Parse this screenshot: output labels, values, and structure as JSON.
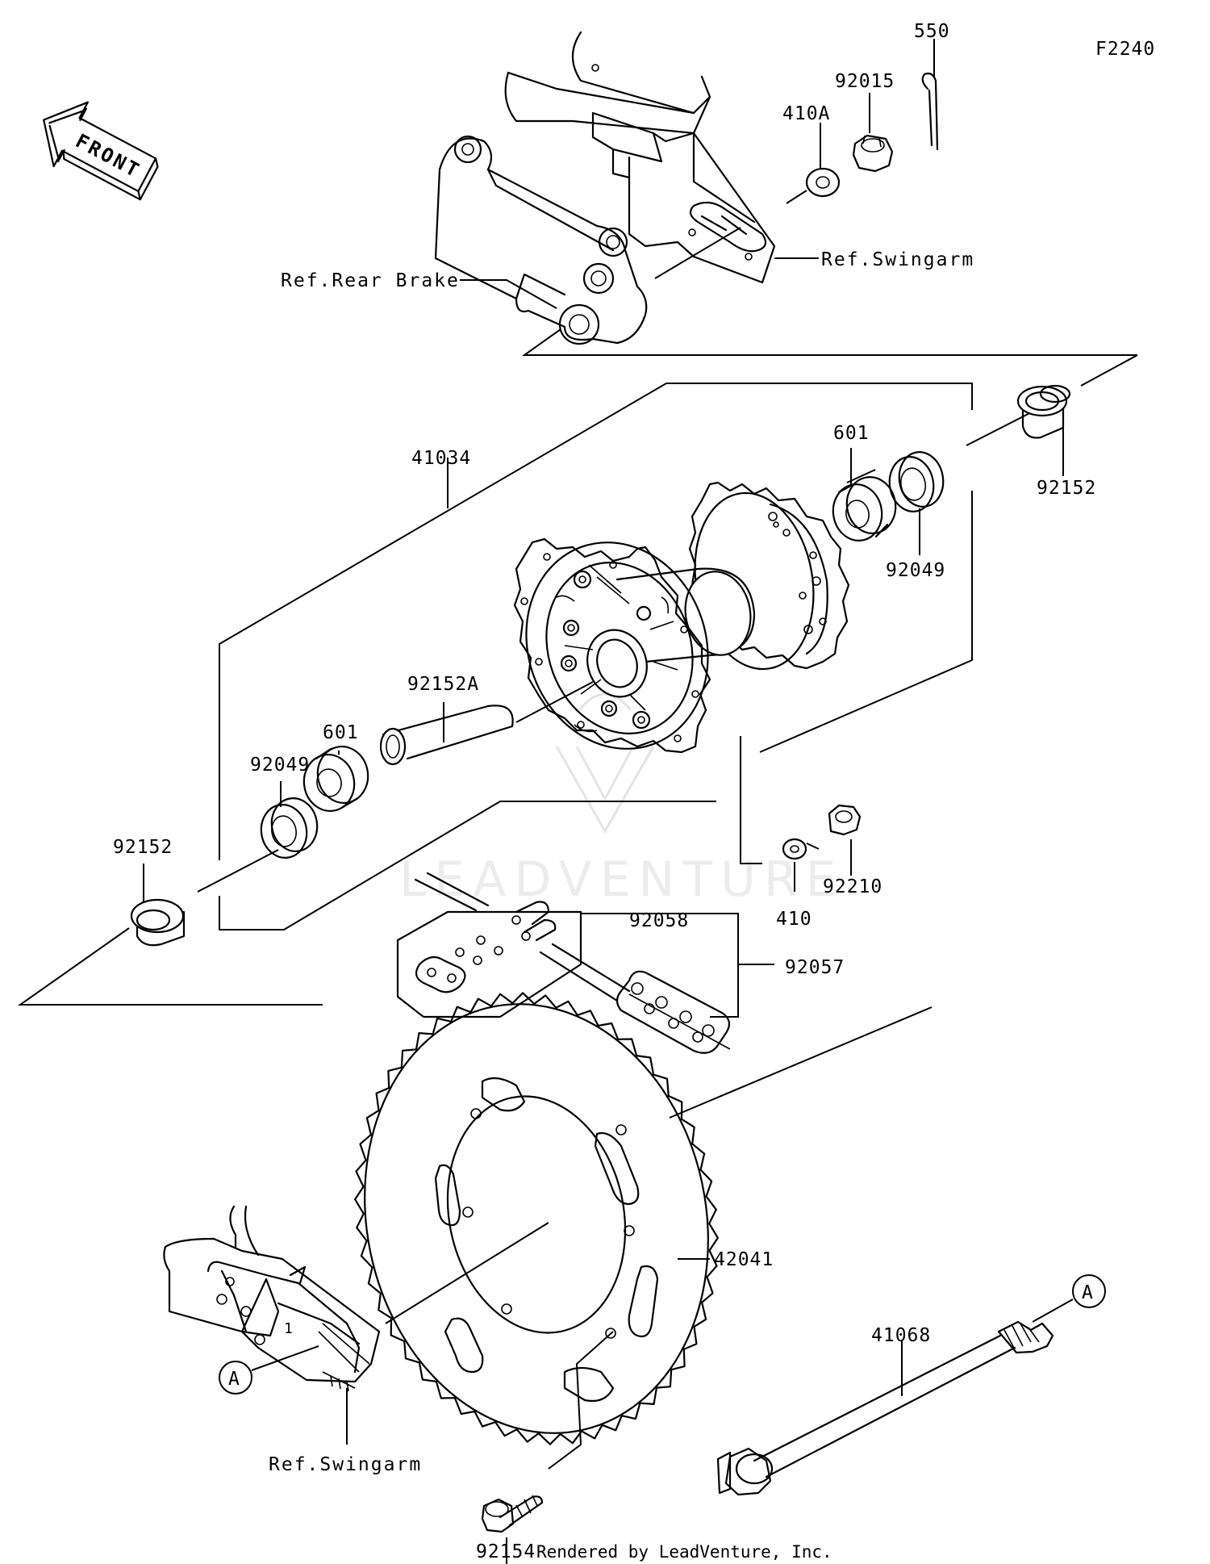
{
  "figure_code": "F2240",
  "watermark": "LEADVENTURE",
  "footer": "Rendered by LeadVenture, Inc.",
  "front_arrow": {
    "label": "FRONT",
    "icon": "front-arrow-icon"
  },
  "refs": {
    "rear_brake": "Ref.Rear Brake",
    "swingarm_top": "Ref.Swingarm",
    "swingarm_bottom": "Ref.Swingarm"
  },
  "callouts": {
    "p550": "550",
    "p92015": "92015",
    "p410A": "410A",
    "p41034": "41034",
    "p601_right": "601",
    "p92152_right": "92152",
    "p92049_right": "92049",
    "p92152A": "92152A",
    "p601_left": "601",
    "p92049_left": "92049",
    "p92152_left": "92152",
    "p92210": "92210",
    "p410": "410",
    "p92058": "92058",
    "p92057": "92057",
    "p42041": "42041",
    "p41068": "41068",
    "p92154": "92154",
    "marker_a_right": "A",
    "marker_a_left": "A"
  }
}
